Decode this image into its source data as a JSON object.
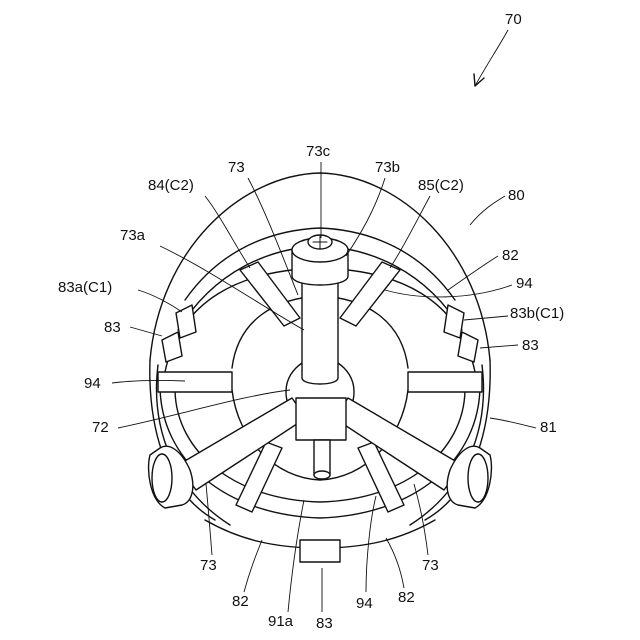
{
  "figure": {
    "assembly_ref": "70",
    "labels": {
      "l73c": "73c",
      "l73_top": "73",
      "l73b": "73b",
      "l84": "84(C2)",
      "l85": "85(C2)",
      "l80": "80",
      "l73a": "73a",
      "l82_right": "82",
      "l83a": "83a(C1)",
      "l94_right": "94",
      "l83_left": "83",
      "l83b": "83b(C1)",
      "l83_right": "83",
      "l94_left": "94",
      "l81": "81",
      "l72": "72",
      "l73_bl": "73",
      "l73_br": "73",
      "l82_bl": "82",
      "l82_br": "82",
      "l91a": "91a",
      "l83_bottom": "83",
      "l94_bottom": "94"
    }
  }
}
